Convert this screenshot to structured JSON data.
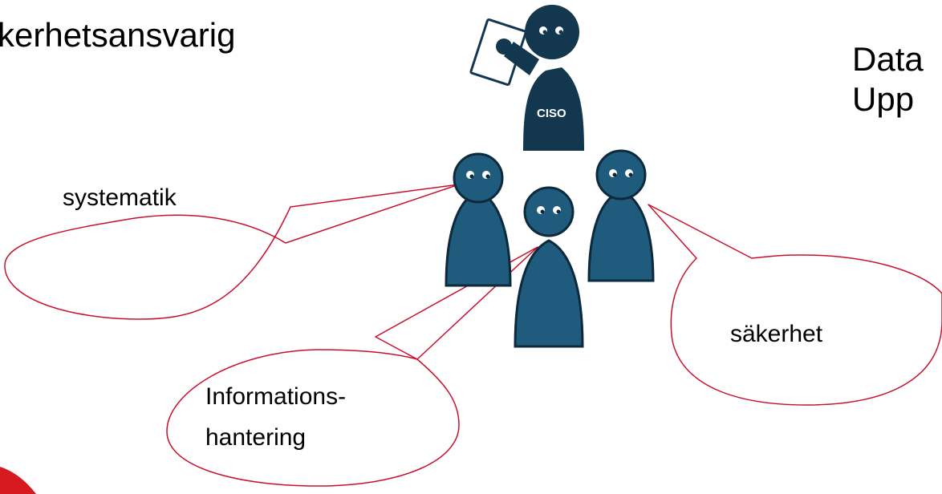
{
  "titles": {
    "left": "kerhetsansvarig",
    "right_line1": "Data",
    "right_line2": "Upp"
  },
  "figures": {
    "ciso_badge": "CISO"
  },
  "bubbles": {
    "systematik": "systematik",
    "informationshantering_line1": "Informations-",
    "informationshantering_line2": "hantering",
    "sakerhet": "säkerhet"
  },
  "colors": {
    "ciso_figure": "#13374f",
    "team_figure": "#1f5b7c",
    "bubble_stroke": "#c8102e",
    "corner_accent": "#d71920"
  }
}
